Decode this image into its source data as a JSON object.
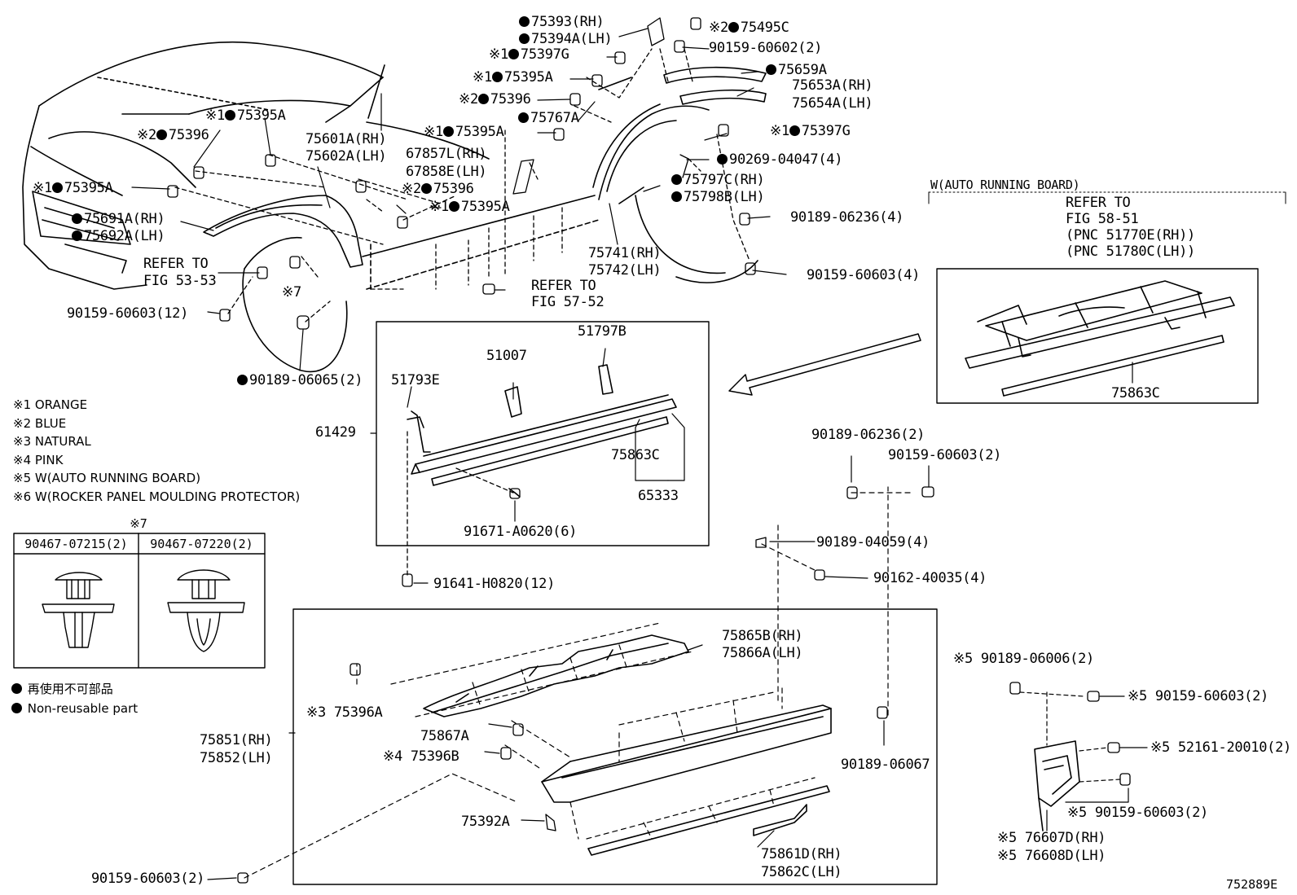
{
  "callouts": {
    "p75393": "●75393(RH)",
    "p75394a": "●75394A(LH)",
    "p75495c": "※2●75495C",
    "p90159_60602": "90159-60602(2)",
    "p75397g_top": "※1●75397G",
    "p75659a": "●75659A",
    "p75395a_top": "※1●75395A",
    "p75653a": "75653A(RH)",
    "p75654a": "75654A(LH)",
    "p75396_mid": "※2●75396",
    "p75767a": "●75767A",
    "p75395a_mid": "※1●75395A",
    "p75397g_right": "※1●75397G",
    "p90269_04047": "●90269-04047(4)",
    "p67857l": "67857L(RH)",
    "p67858e": "67858E(LH)",
    "p75396_center": "※2●75396",
    "p75797c": "●75797C(RH)",
    "p75798b": "●75798B(LH)",
    "p75395a_center": "※1●75395A",
    "p75395a_left": "※1●75395A",
    "p75396_left": "※2●75396",
    "p75601a": "75601A(RH)",
    "p75602a": "75602A(LH)",
    "p75395a_far": "※1●75395A",
    "p75691a": "●75691A(RH)",
    "p75692a": "●75692A(LH)",
    "refer_5353a": "REFER TO",
    "refer_5353b": "FIG 53-53",
    "p7": "※7",
    "p90159_60603_12": "90159-60603(12)",
    "p90189_06065": "●90189-06065(2)",
    "p90189_06236_4": "90189-06236(4)",
    "p90159_60603_4": "90159-60603(4)",
    "p75741": "75741(RH)",
    "p75742": "75742(LH)",
    "refer_5752a": "REFER TO",
    "refer_5752b": "FIG 57-52",
    "p51797b": "51797B",
    "p51007": "51007",
    "p51793e": "51793E",
    "p61429": "61429",
    "p75863c_box": "75863C",
    "p65333": "65333",
    "p91671": "91671-A0620(6)",
    "p91641": "91641-H0820(12)",
    "p90189_06236_2": "90189-06236(2)",
    "p90159_60603_2a": "90159-60603(2)",
    "p90189_04059": "90189-04059(4)",
    "p90162_40035": "90162-40035(4)",
    "p75865b": "75865B(RH)",
    "p75866a": "75866A(LH)",
    "p75396a": "※3 75396A",
    "p75867a": "75867A",
    "p75396b": "※4 75396B",
    "p75851": "75851(RH)",
    "p75852": "75852(LH)",
    "p90189_06067": "90189-06067",
    "p75392a": "75392A",
    "p90159_60603_2b": "90159-60603(2)",
    "p75861d": "75861D(RH)",
    "p75862c": "75862C(LH)",
    "p5_90189_06006": "※5 90189-06006(2)",
    "p5_90159_60603_a": "※5 90159-60603(2)",
    "p5_52161": "※5 52161-20010(2)",
    "p5_90159_60603_b": "※5 90159-60603(2)",
    "p76607d": "※5 76607D(RH)",
    "p76608d": "※5 76608D(LH)"
  },
  "auto_running_board": {
    "title": "W(AUTO RUNNING BOARD)",
    "refer1": "REFER TO",
    "refer2": "FIG 58-51",
    "refer3": "(PNC 51770E(RH))",
    "refer4": "(PNC 51780C(LH))",
    "part": "75863C"
  },
  "legend": {
    "l1": "※1 ORANGE",
    "l2": "※2 BLUE",
    "l3": "※3 NATURAL",
    "l4": "※4 PINK",
    "l5": "※5 W(AUTO RUNNING BOARD)",
    "l6": "※6 W(ROCKER PANEL MOULDING PROTECTOR)"
  },
  "clip_table": {
    "mark": "※7",
    "col1": "90467-07215(2)",
    "col2": "90467-07220(2)"
  },
  "non_reusable": {
    "jp": "再使用不可部品",
    "en": "Non-reusable part"
  },
  "image_id": "752889E"
}
